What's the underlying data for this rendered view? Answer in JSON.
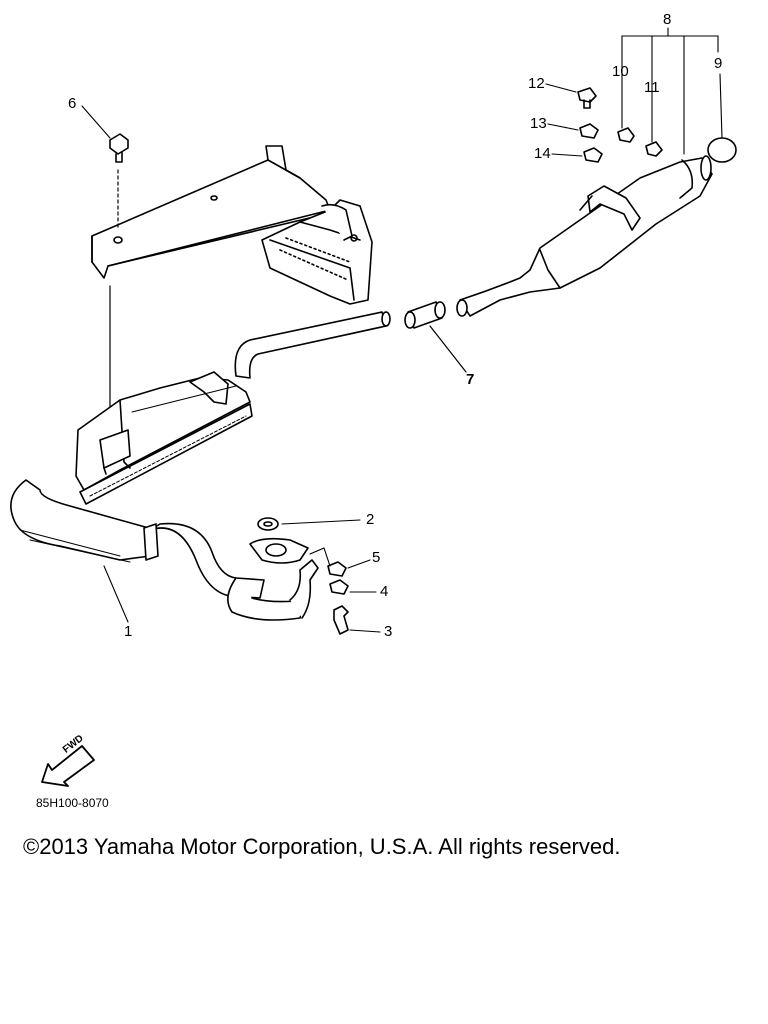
{
  "callouts": [
    "1",
    "2",
    "3",
    "4",
    "5",
    "6",
    "7",
    "8",
    "9",
    "10",
    "11",
    "12",
    "13",
    "14"
  ],
  "fwd_label": "FWD",
  "diagram_code": "85H100-8070",
  "copyright": "©2013 Yamaha Motor Corporation, U.S.A. All rights reserved."
}
